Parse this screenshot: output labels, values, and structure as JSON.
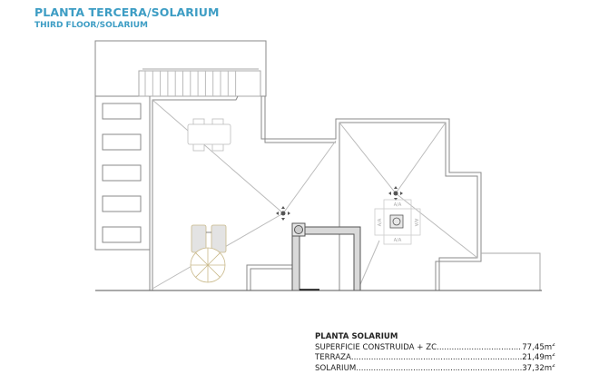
{
  "header": {
    "title": "PLANTA TERCERA/SOLARIUM",
    "subtitle": "THIRD FLOOR/SOLARIUM",
    "color": "#3d9dc4"
  },
  "plan": {
    "line_color": "#8a8a8a",
    "wall_fill": "#d9d9d9",
    "furniture_color": "#c9b98a",
    "ac_labels": [
      "A/A",
      "A/A",
      "A/A",
      "A/A"
    ]
  },
  "areas": {
    "heading": "PLANTA SOLARIUM",
    "rows": [
      {
        "label": "SUPERFICIE CONSTRUIDA + ZC",
        "value": "77,45m",
        "unit_sup": "2"
      },
      {
        "label": "TERRAZA",
        "value": "21,49m",
        "unit_sup": "2"
      },
      {
        "label": "SOLARIUM",
        "value": "37,32m",
        "unit_sup": "2"
      }
    ]
  }
}
